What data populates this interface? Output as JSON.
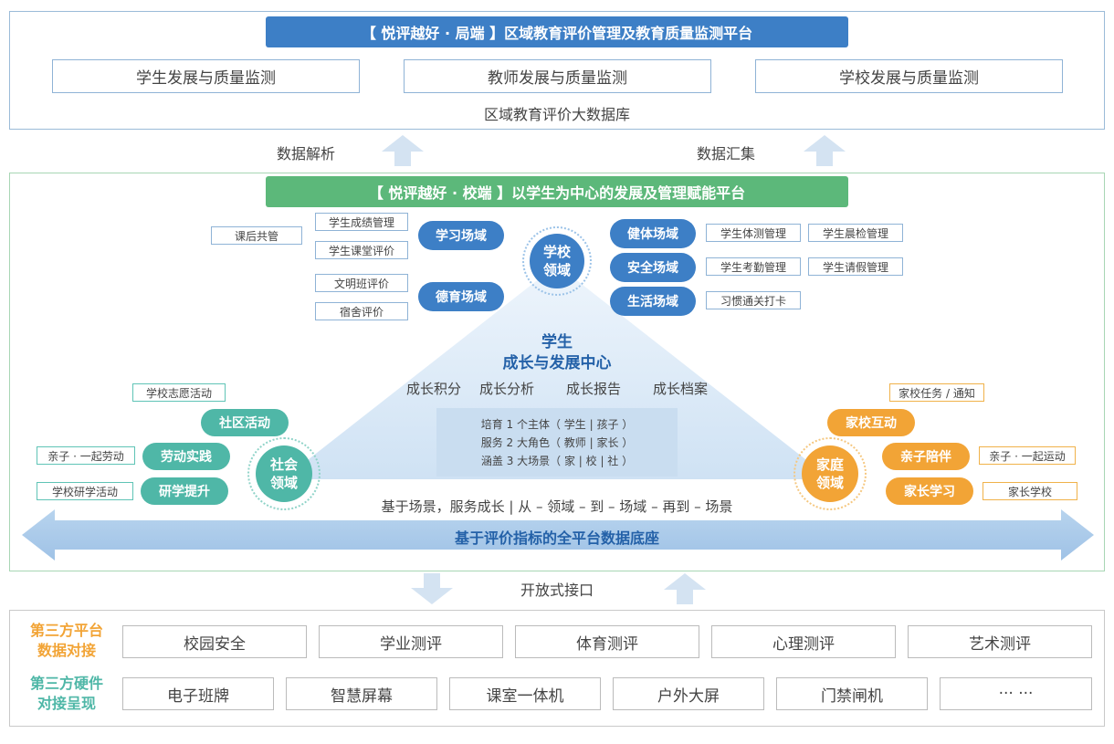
{
  "top": {
    "title": "【 悦评越好 · 局端 】区域教育评价管理及教育质量监测平台",
    "boxes": [
      "学生发展与质量监测",
      "教师发展与质量监测",
      "学校发展与质量监测"
    ],
    "db": "区域教育评价大数据库"
  },
  "flow": {
    "left": "数据解析",
    "right": "数据汇集"
  },
  "mid": {
    "title": "【 悦评越好 · 校端 】以学生为中心的发展及管理赋能平台",
    "school": {
      "circle": [
        "学校",
        "领域"
      ],
      "learn": {
        "pill": "学习场域",
        "tags": [
          "学生成绩管理",
          "学生课堂评价"
        ],
        "extra": "课后共管"
      },
      "moral": {
        "pill": "德育场域",
        "tags": [
          "文明班评价",
          "宿舍评价"
        ]
      },
      "health": {
        "pill": "健体场域",
        "tags": [
          "学生体测管理",
          "学生晨检管理"
        ]
      },
      "safety": {
        "pill": "安全场域",
        "tags": [
          "学生考勤管理",
          "学生请假管理"
        ]
      },
      "life": {
        "pill": "生活场域",
        "tags": [
          "习惯通关打卡"
        ]
      }
    },
    "center": {
      "title1": "学生",
      "title2": "成长与发展中心",
      "items": [
        "成长积分",
        "成长分析",
        "成长报告",
        "成长档案"
      ],
      "lines": [
        "培育 1 个主体（ 学生 | 孩子 ）",
        "服务 2 大角色（ 教师 | 家长 ）",
        "涵盖 3 大场景（ 家 | 校 | 社 ）"
      ]
    },
    "society": {
      "circle": [
        "社会",
        "领域"
      ],
      "community": {
        "pill": "社区活动",
        "tag": "学校志愿活动"
      },
      "labor": {
        "pill": "劳动实践",
        "tag": "亲子 · 一起劳动"
      },
      "study": {
        "pill": "研学提升",
        "tag": "学校研学活动"
      }
    },
    "family": {
      "circle": [
        "家庭",
        "领域"
      ],
      "interact": {
        "pill": "家校互动",
        "tag": "家校任务 / 通知"
      },
      "parent": {
        "pill": "亲子陪伴",
        "tag": "亲子 · 一起运动"
      },
      "learn": {
        "pill": "家长学习",
        "tag": "家长学校"
      }
    },
    "scene": "基于场景，服务成长 | 从 – 领域 – 到 – 场域 – 再到 – 场景",
    "base": "基于评价指标的全平台数据底座"
  },
  "interface": "开放式接口",
  "bottom": {
    "platform_label": [
      "第三方平台",
      "数据对接"
    ],
    "platform": [
      "校园安全",
      "学业测评",
      "体育测评",
      "心理测评",
      "艺术测评"
    ],
    "hardware_label": [
      "第三方硬件",
      "对接呈现"
    ],
    "hardware": [
      "电子班牌",
      "智慧屏幕",
      "课室一体机",
      "户外大屏",
      "门禁闸机",
      "··· ···"
    ]
  },
  "colors": {
    "blue": "#3d7fc6",
    "green": "#5cb87a",
    "teal": "#4fb7a7",
    "orange": "#f2a436"
  }
}
